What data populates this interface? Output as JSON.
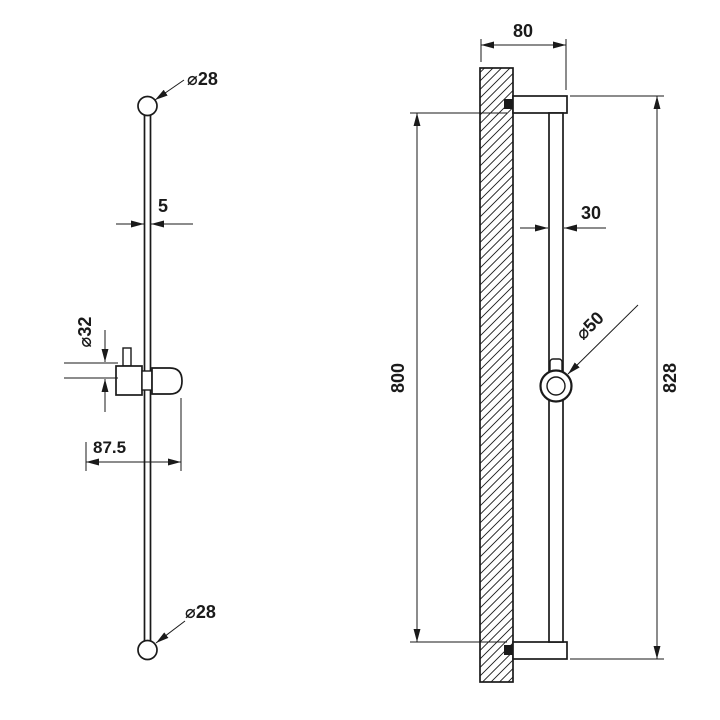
{
  "colors": {
    "line": "#1a1a1a",
    "background": "#ffffff"
  },
  "drawing": {
    "front_view": {
      "top_knob_dia": "⌀28",
      "rail_width": "5",
      "slider_dia": "⌀32",
      "holder_reach": "87.5",
      "bottom_knob_dia": "⌀28"
    },
    "side_view": {
      "bracket_width": "80",
      "rail_depth": "30",
      "rail_length": "800",
      "overall_length": "828",
      "ring_dia": "⌀50"
    }
  }
}
